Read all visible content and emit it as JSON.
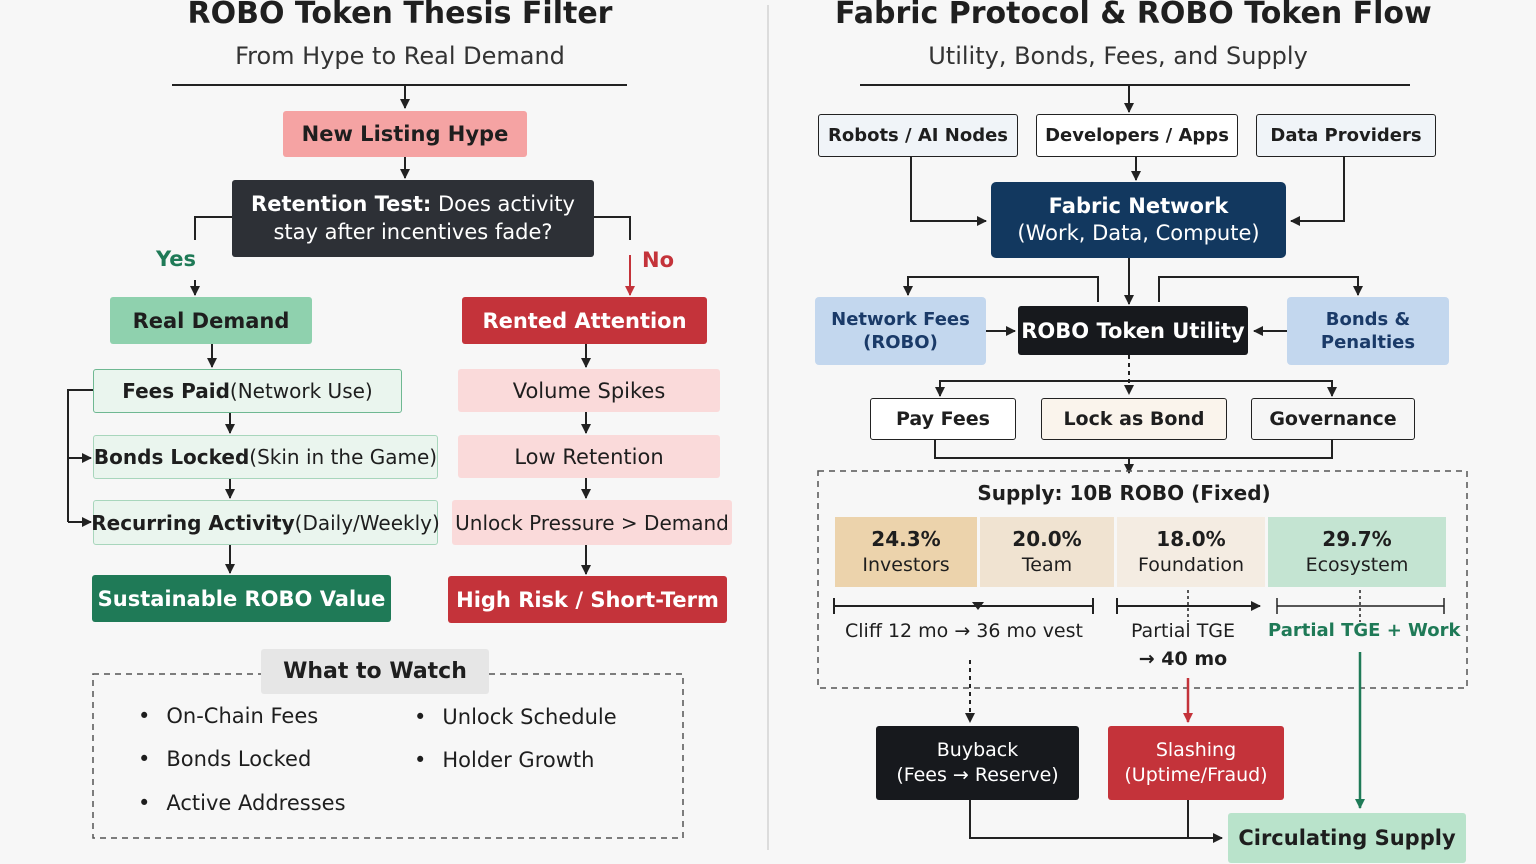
{
  "left": {
    "title": "ROBO Token  Thesis Filter",
    "subtitle": "From Hype to Real Demand",
    "hype": "New Listing Hype",
    "retention": {
      "bold": "Retention Test:",
      "line1_rest": " Does activity",
      "line2": "stay after incentives fade?"
    },
    "yes_label": "Yes",
    "no_label": "No",
    "real_demand": "Real Demand",
    "rented": "Rented Attention",
    "fees_paid": {
      "bold": "Fees Paid",
      "rest": " (Network Use)"
    },
    "bonds_locked": {
      "bold": "Bonds Locked",
      "rest": " (Skin in the Game)"
    },
    "recurring": {
      "bold": "Recurring Activity",
      "rest": " (Daily/Weekly)"
    },
    "sustainable": "Sustainable ROBO Value",
    "volume": "Volume Spikes",
    "low_retention": "Low Retention",
    "unlock": "Unlock Pressure > Demand",
    "high_risk": "High Risk / Short-Term",
    "watch": {
      "title": "What to Watch",
      "items_left": [
        "On-Chain Fees",
        "Bonds Locked",
        "Active Addresses"
      ],
      "items_right": [
        "Unlock Schedule",
        "Holder Growth"
      ]
    }
  },
  "right": {
    "title": "Fabric Protocol & ROBO Token Flow",
    "subtitle": "Utility, Bonds, Fees, and Supply",
    "sources": [
      "Robots / AI Nodes",
      "Developers / Apps",
      "Data Providers"
    ],
    "network": {
      "line1": "Fabric Network",
      "line2": "(Work, Data, Compute)"
    },
    "fees": {
      "line1": "Network Fees",
      "line2": "(ROBO)"
    },
    "utility": "ROBO Token Utility",
    "bonds": {
      "line1": "Bonds &",
      "line2": "Penalties"
    },
    "uses": [
      "Pay Fees",
      "Lock as Bond",
      "Governance"
    ],
    "supply_title": "Supply: 10B ROBO (Fixed)",
    "allocations": [
      {
        "pct": "24.3%",
        "name": "Investors",
        "color": "#ecd3ac"
      },
      {
        "pct": "20.0%",
        "name": "Team",
        "color": "#f0e3d1"
      },
      {
        "pct": "18.0%",
        "name": "Foundation",
        "color": "#f4ece2"
      },
      {
        "pct": "29.7%",
        "name": "Ecosystem",
        "color": "#c4e4d2"
      }
    ],
    "vesting": {
      "a": "Cliff 12 mo → 36 mo vest",
      "b1": "Partial TGE",
      "b2": "→ 40 mo",
      "c": "Partial TGE + Work"
    },
    "buyback": {
      "line1": "Buyback",
      "line2": "(Fees → Reserve)"
    },
    "slashing": {
      "line1": "Slashing",
      "line2": "(Uptime/Fraud)"
    },
    "circulating": "Circulating Supply"
  },
  "colors": {
    "pink_light": "#f5a3a3",
    "dark": "#2d3036",
    "green": "#8fd1ae",
    "green_dark": "#1f7a57",
    "red": "#c4333a",
    "navy": "#12385f",
    "blue_light": "#c3d7ee"
  }
}
